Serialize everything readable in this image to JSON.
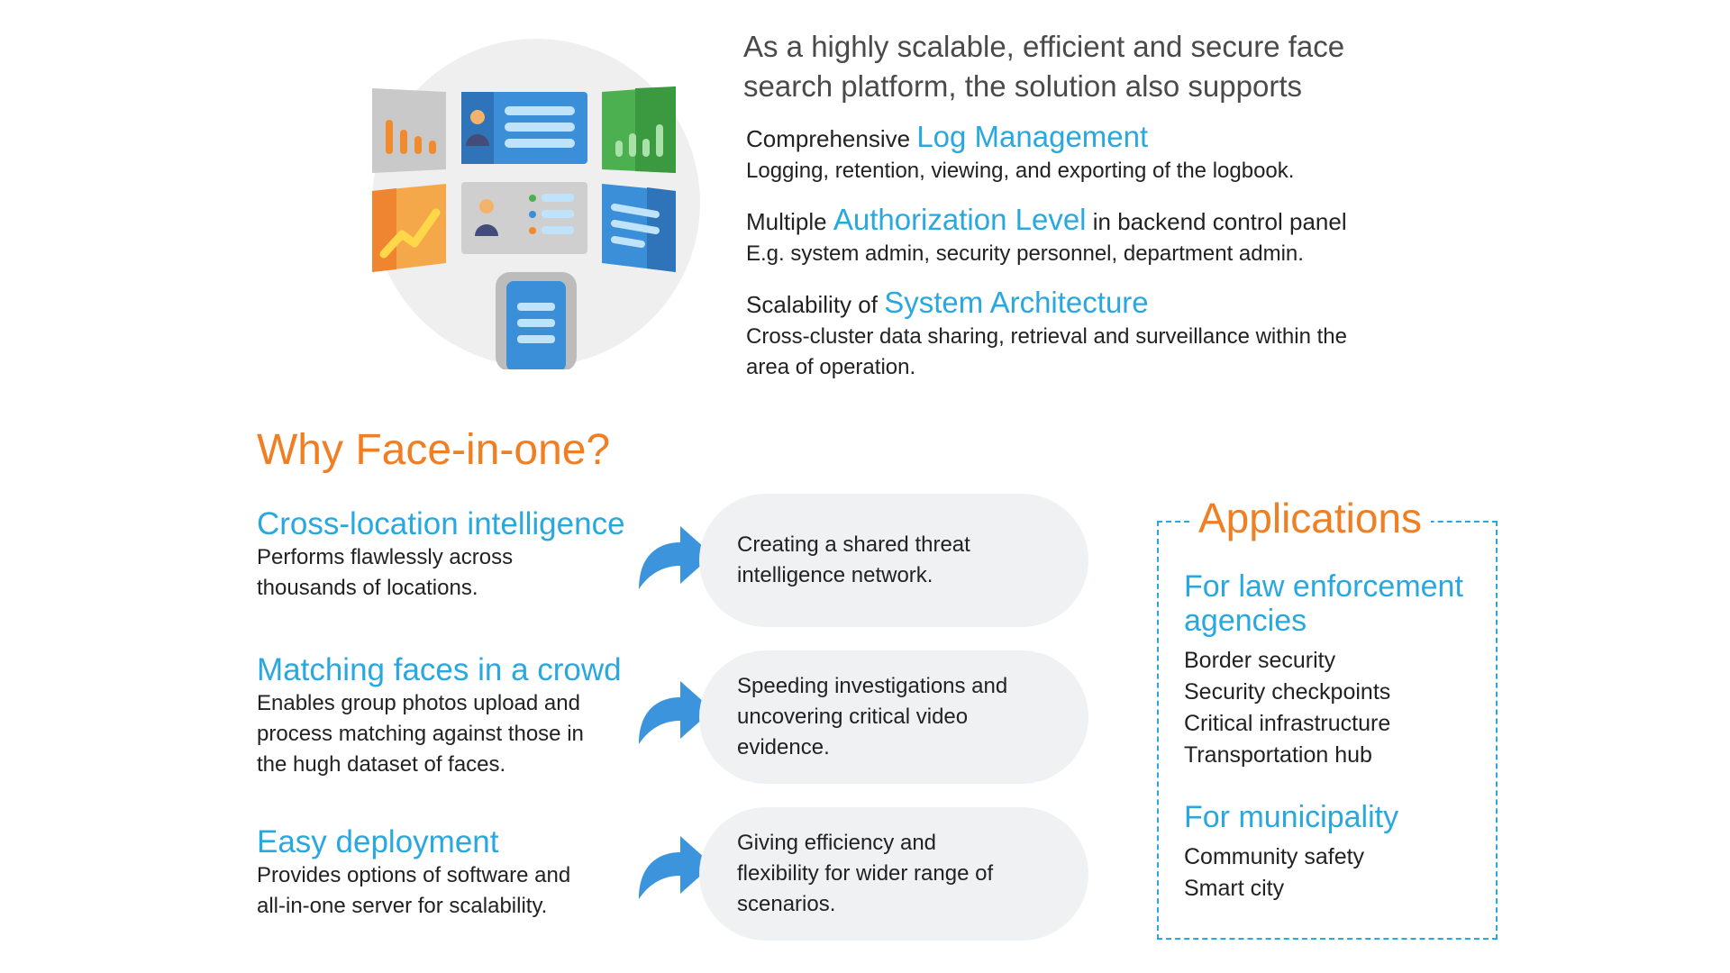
{
  "intro": {
    "lead_line1": "As a highly scalable, efficient and secure face",
    "lead_line2": "search platform, the solution also supports"
  },
  "features": [
    {
      "prefix": "Comprehensive",
      "accent": "Log Management",
      "suffix": "",
      "desc": "Logging, retention, viewing, and exporting of the logbook."
    },
    {
      "prefix": "Multiple",
      "accent": "Authorization Level",
      "suffix": "in backend control panel",
      "desc": "E.g. system admin, security personnel, department admin."
    },
    {
      "prefix": "Scalability of",
      "accent": "System Architecture",
      "suffix": "",
      "desc_line1": "Cross-cluster data sharing, retrieval and surveillance within the",
      "desc_line2": "area of operation."
    }
  ],
  "why": {
    "title": "Why Face-in-one?",
    "items": [
      {
        "title": "Cross-location intelligence",
        "desc_lines": [
          "Performs flawlessly across",
          "thousands of locations."
        ],
        "benefit_lines": [
          "Creating a shared threat",
          "intelligence network."
        ]
      },
      {
        "title": "Matching faces in a crowd",
        "desc_lines": [
          "Enables group photos upload and",
          "process matching against those in",
          "the hugh dataset of faces."
        ],
        "benefit_lines": [
          "Speeding investigations and",
          "uncovering critical video",
          "evidence."
        ]
      },
      {
        "title": "Easy deployment",
        "desc_lines": [
          "Provides options of software and",
          "all-in-one server for scalability."
        ],
        "benefit_lines": [
          "Giving efficiency and",
          "flexibility for wider range of",
          "scenarios."
        ]
      }
    ]
  },
  "applications": {
    "title": "Applications",
    "law_title_line1": "For law enforcement",
    "law_title_line2": "agencies",
    "law_items": [
      "Border security",
      "Security checkpoints",
      "Critical infrastructure",
      "Transportation hub"
    ],
    "muni_title": "For municipality",
    "muni_items": [
      "Community safety",
      "Smart city"
    ]
  },
  "colors": {
    "accent_blue": "#29a8e0",
    "accent_orange": "#f07f23",
    "bubble_bg": "#eff1f3"
  }
}
